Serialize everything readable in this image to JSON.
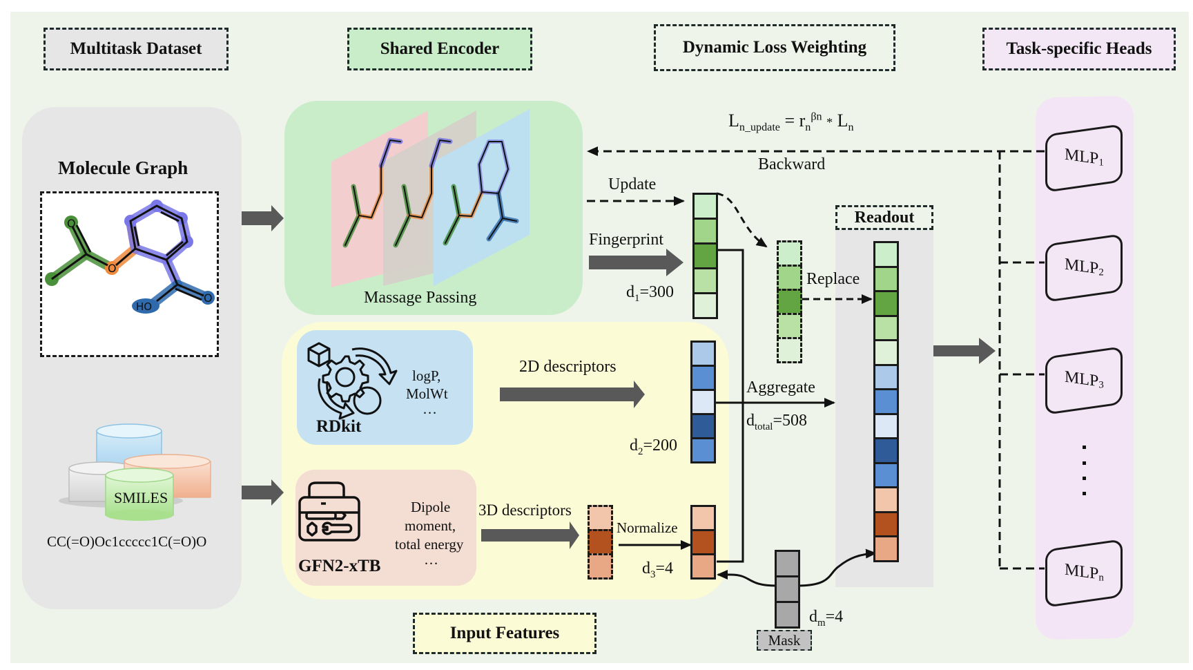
{
  "sections": {
    "dataset": "Multitask Dataset",
    "encoder": "Shared Encoder",
    "loss": "Dynamic Loss Weighting",
    "heads": "Task-specific Heads",
    "input": "Input Features"
  },
  "dataset_panel": {
    "molecule_title": "Molecule Graph",
    "smiles_label": "SMILES",
    "smiles_string": "CC(=O)Oc1ccccc1C(=O)O",
    "atoms": {
      "o1": "O",
      "o2": "O",
      "o3": "O",
      "ho": "HO"
    }
  },
  "encoder_panel": {
    "caption": "Massage Passing"
  },
  "loss_panel": {
    "formula_lhs": "L",
    "formula_lhs_sub": "n_update",
    "formula_eq": "=",
    "formula_r": "r",
    "formula_r_sub": "n",
    "formula_r_sup": "βn",
    "formula_times": "*",
    "formula_L": "L",
    "formula_L_sub": "n",
    "backward_label": "Backward",
    "update_label": "Update",
    "replace_label": "Replace"
  },
  "features": {
    "fingerprint_label": "Fingerprint",
    "d1_label": "d",
    "d1_sub": "1",
    "d1_value": "=300",
    "rdkit": {
      "name": "RDkit",
      "line1": "logP,",
      "line2": "MolWt",
      "line3": "…",
      "arrow_label": "2D descriptors"
    },
    "d2_label": "d",
    "d2_sub": "2",
    "d2_value": "=200",
    "xtb": {
      "name": "GFN2-xTB",
      "line1": "Dipole",
      "line2": "moment,",
      "line3": "total energy",
      "line4": "…",
      "arrow_label": "3D descriptors"
    },
    "normalize_label": "Normalize",
    "d3_label": "d",
    "d3_sub": "3",
    "d3_value": "=4",
    "aggregate_label": "Aggregate",
    "dtotal_label": "d",
    "dtotal_sub": "total",
    "dtotal_value": "=508",
    "mask_label": "Mask",
    "dm_label": "d",
    "dm_sub": "m",
    "dm_value": "=4"
  },
  "readout": {
    "title": "Readout"
  },
  "heads": [
    {
      "base": "MLP",
      "sub": "1"
    },
    {
      "base": "MLP",
      "sub": "2"
    },
    {
      "base": "MLP",
      "sub": "3"
    },
    {
      "base": "MLP",
      "sub": "n"
    }
  ],
  "colors": {
    "green_cells": [
      "#cdeecb",
      "#a0d58a",
      "#63a542",
      "#b9e1a6",
      "#dff1d8"
    ],
    "blue_cells": [
      "#adc9ea",
      "#5b8fd4",
      "#dde8f6",
      "#2f5c99",
      "#5b8fd4"
    ],
    "orange_cells": [
      "#f1c6ab",
      "#b4521f",
      "#e8a885"
    ],
    "mask_cells": [
      "#a8a8a8",
      "#a8a8a8",
      "#a8a8a8"
    ],
    "arrow_gray": "#595959",
    "encoder_bg": "#c9edc9",
    "input_bg": "#fbfbd6",
    "dataset_bg": "#e6e6e6",
    "heads_bg": "#f3e5f5",
    "rdkit_bg": "#c5e1f2",
    "xtb_bg": "#f4ddd2"
  }
}
